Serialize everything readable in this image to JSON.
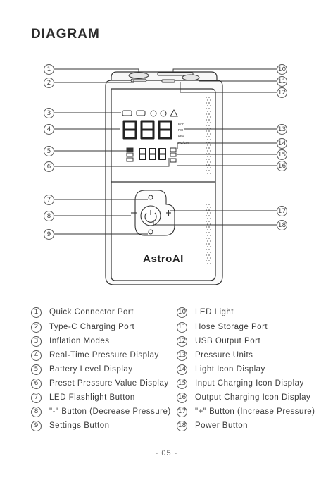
{
  "page": {
    "title": "DIAGRAM",
    "page_number": "- 05 -"
  },
  "device": {
    "brand_logo": "AstroAI",
    "main_display_digits": "888",
    "preset_display_digits": "888",
    "units": [
      "BAR",
      "PSI",
      "KPA",
      "KG/CM"
    ]
  },
  "callouts": [
    "1",
    "2",
    "3",
    "4",
    "5",
    "6",
    "7",
    "8",
    "9",
    "10",
    "11",
    "12",
    "13",
    "14",
    "15",
    "16",
    "17",
    "18"
  ],
  "legend": [
    {
      "num": "1",
      "label": "Quick Connector Port"
    },
    {
      "num": "2",
      "label": "Type-C Charging Port"
    },
    {
      "num": "3",
      "label": "Inflation Modes"
    },
    {
      "num": "4",
      "label": "Real-Time Pressure Display"
    },
    {
      "num": "5",
      "label": "Battery Level Display"
    },
    {
      "num": "6",
      "label": "Preset Pressure Value Display"
    },
    {
      "num": "7",
      "label": "LED Flashlight Button"
    },
    {
      "num": "8",
      "label": "\"-\" Button (Decrease Pressure)"
    },
    {
      "num": "9",
      "label": "Settings Button"
    },
    {
      "num": "10",
      "label": "LED Light"
    },
    {
      "num": "11",
      "label": "Hose Storage Port"
    },
    {
      "num": "12",
      "label": "USB Output Port"
    },
    {
      "num": "13",
      "label": "Pressure Units"
    },
    {
      "num": "14",
      "label": "Light Icon Display"
    },
    {
      "num": "15",
      "label": "Input Charging Icon Display"
    },
    {
      "num": "16",
      "label": "Output Charging Icon Display"
    },
    {
      "num": "17",
      "label": "\"+\" Button (Increase Pressure)"
    },
    {
      "num": "18",
      "label": "Power Button"
    }
  ],
  "colors": {
    "device_body": "#f4f4f4",
    "outline": "#333333",
    "text": "#3a3a3a"
  }
}
